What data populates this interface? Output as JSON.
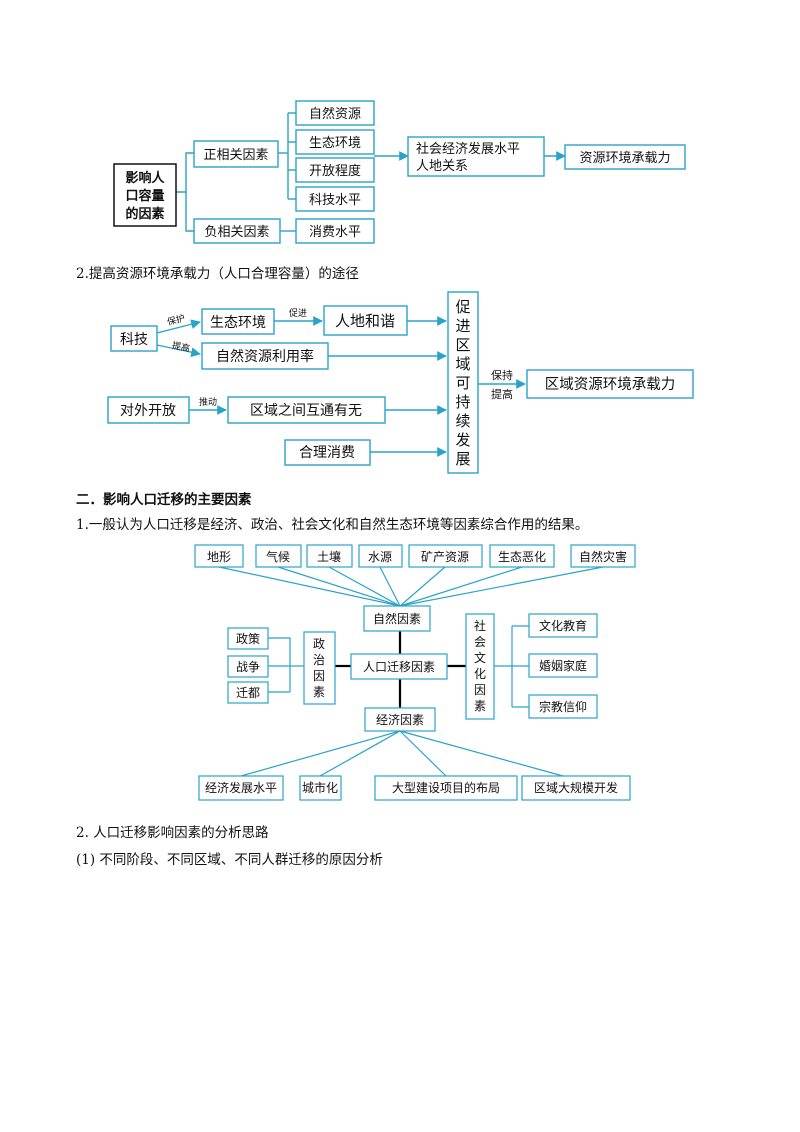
{
  "diagram1": {
    "main": "影响人口容量的因素",
    "main_lines": [
      "影响人",
      "口容量",
      "的因素"
    ],
    "positive": "正相关因素",
    "negative": "负相关因素",
    "factors": [
      "自然资源",
      "生态环境",
      "开放程度",
      "科技水平"
    ],
    "consumption": "消费水平",
    "middle_lines": [
      "社会经济发展水平",
      "人地关系"
    ],
    "result": "资源环境承载力"
  },
  "section_2": "2.提高资源环境承载力（人口合理容量）的途径",
  "diagram2": {
    "tech": "科技",
    "protect": "保护",
    "improve": "提高",
    "eco": "生态环境",
    "promote": "促进",
    "harmony": "人地和谐",
    "resource_use": "自然资源利用率",
    "open": "对外开放",
    "drive": "推动",
    "exchange": "区域之间互通有无",
    "consume": "合理消费",
    "sustain": "促进区域可持续发展",
    "sustain_chars": [
      "促",
      "进",
      "区",
      "域",
      "可",
      "持",
      "续",
      "发",
      "展"
    ],
    "keep": "保持",
    "raise": "提高",
    "result": "区域资源环境承载力"
  },
  "section_title": "二．影响人口迁移的主要因素",
  "para_1": "1.一般认为人口迁移是经济、政治、社会文化和自然生态环境等因素综合作用的结果。",
  "diagram3": {
    "natural_items": [
      "地形",
      "气候",
      "土壤",
      "水源",
      "矿产资源",
      "生态恶化",
      "自然灾害"
    ],
    "natural": "自然因素",
    "political_items": [
      "政策",
      "战争",
      "迁都"
    ],
    "political": "政治因素",
    "political_chars": [
      "政",
      "治",
      "因",
      "素"
    ],
    "center": "人口迁移因素",
    "social": "社会文化因素",
    "social_chars": [
      "社",
      "会",
      "文",
      "化",
      "因",
      "素"
    ],
    "social_items": [
      "文化教育",
      "婚姻家庭",
      "宗教信仰"
    ],
    "economic": "经济因素",
    "economic_items": [
      "经济发展水平",
      "城市化",
      "大型建设项目的布局",
      "区域大规模开发"
    ]
  },
  "para_2": "2.  人口迁移影响因素的分析思路",
  "para_3": "(1)  不同阶段、不同区域、不同人群迁移的原因分析",
  "colors": {
    "accent": "#2aa3c9",
    "line": "#000000",
    "text": "#111111"
  }
}
